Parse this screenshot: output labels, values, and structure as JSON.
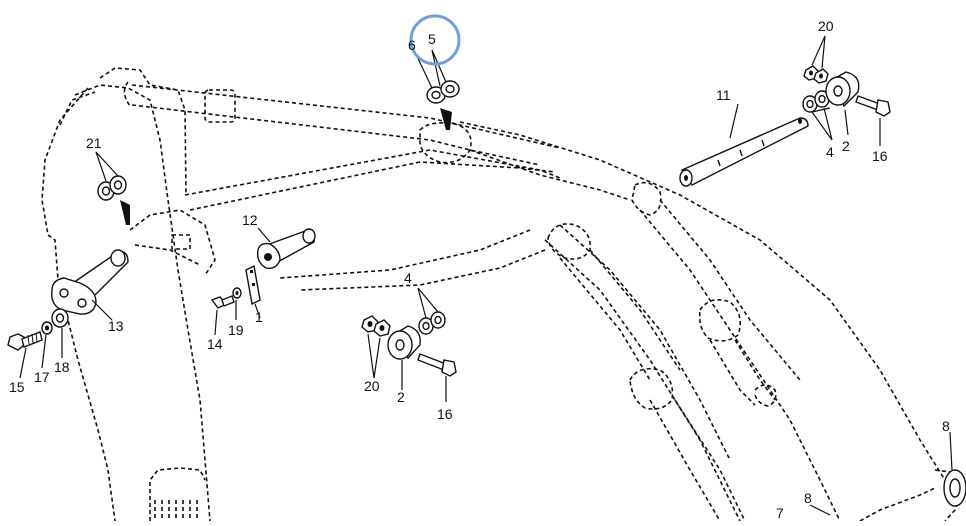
{
  "diagram": {
    "highlight_color": "#6f9fd6",
    "highlighted_callout": "5",
    "callouts": [
      "1",
      "2",
      "2",
      "4",
      "4",
      "5",
      "6",
      "7",
      "8",
      "8",
      "11",
      "12",
      "13",
      "14",
      "15",
      "16",
      "16",
      "17",
      "18",
      "19",
      "20",
      "20",
      "21"
    ]
  }
}
